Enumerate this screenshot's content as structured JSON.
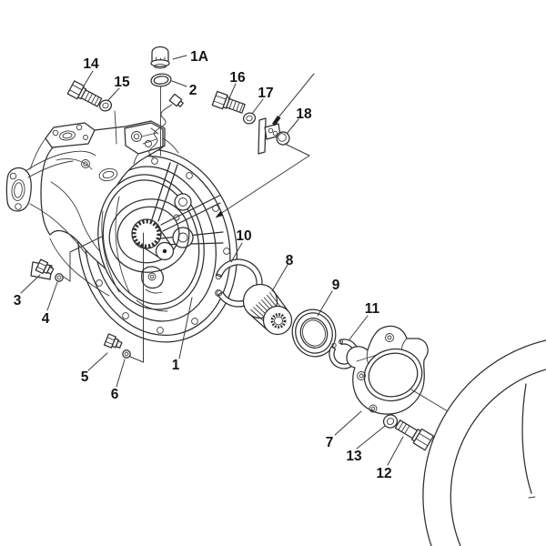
{
  "figure": {
    "kind": "exploded-parts-diagram",
    "colors": {
      "background": "#ffffff",
      "line": "#2e2e2e",
      "label": "#151515"
    },
    "part_labels": [
      {
        "id": "1"
      },
      {
        "id": "1A"
      },
      {
        "id": "2"
      },
      {
        "id": "3"
      },
      {
        "id": "4"
      },
      {
        "id": "5"
      },
      {
        "id": "6"
      },
      {
        "id": "7"
      },
      {
        "id": "8"
      },
      {
        "id": "9"
      },
      {
        "id": "10"
      },
      {
        "id": "11"
      },
      {
        "id": "12"
      },
      {
        "id": "13"
      },
      {
        "id": "14"
      },
      {
        "id": "15"
      },
      {
        "id": "16"
      },
      {
        "id": "17"
      },
      {
        "id": "18"
      }
    ]
  }
}
